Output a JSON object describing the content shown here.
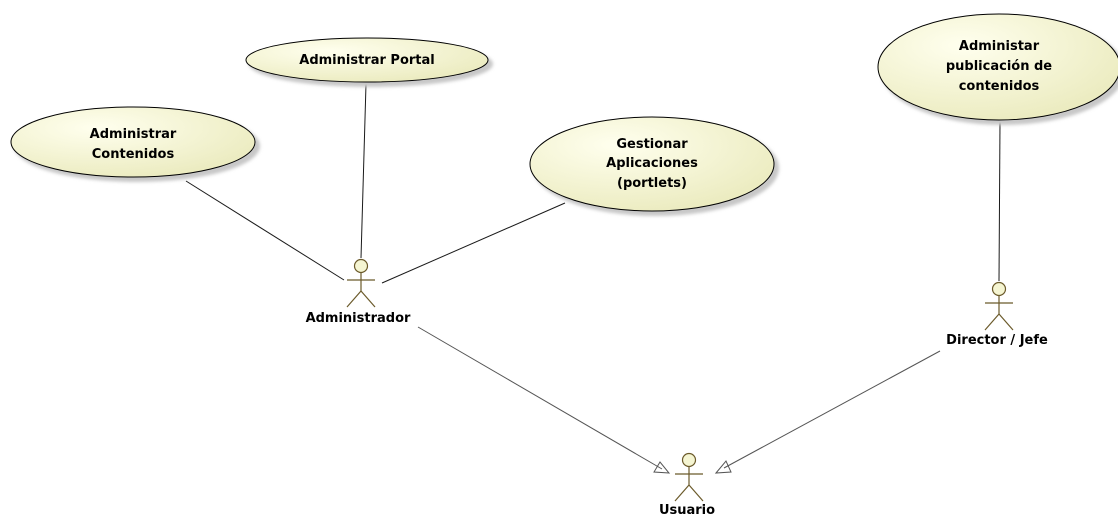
{
  "use_cases": {
    "administrar_portal": {
      "lines": [
        "Administrar Portal"
      ]
    },
    "administrar_contenidos": {
      "lines": [
        "Administrar",
        "Contenidos"
      ]
    },
    "gestionar_aplicaciones": {
      "lines": [
        "Gestionar",
        "Aplicaciones",
        "(portlets)"
      ]
    },
    "administar_publicacion": {
      "lines": [
        "Administar",
        "publicación de",
        "contenidos"
      ]
    }
  },
  "actors": {
    "administrador": {
      "label": "Administrador"
    },
    "director": {
      "label": "Director / Jefe"
    },
    "usuario": {
      "label": "Usuario"
    }
  },
  "colors": {
    "use_case_fill_light": "#ffffe8",
    "use_case_fill_dark": "#efefc0",
    "use_case_stroke": "#000000",
    "shadow": "#c8c8c8",
    "actor_head_fill": "#f5f5d2"
  }
}
